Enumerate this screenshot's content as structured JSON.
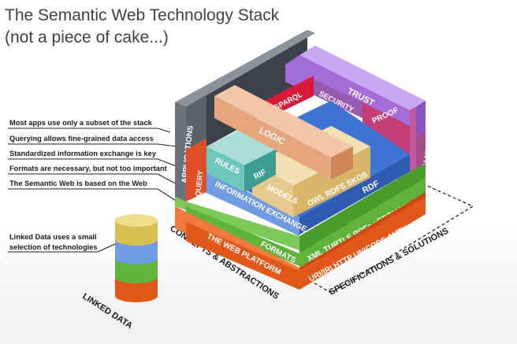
{
  "title_line1": "The Semantic Web Technology Stack",
  "title_line2": "(not a piece of cake...)",
  "annotations": [
    "Most apps use only a subset of the stack",
    "Querying allows fine-grained data access",
    "Standardized information exchange is key",
    "Formats are necessary, but not too important",
    "The Semantic Web is based on the Web",
    "Linked Data uses a small",
    "selection of technologies"
  ],
  "layers": {
    "applications": "APPLICATIONS",
    "trust": "TRUST",
    "security": "SECURITY",
    "sparql": "SPARQL",
    "proof": "PROOF",
    "graph_uris": "GRAPH URIS",
    "logic": "LOGIC",
    "rules": "RULES",
    "rif": "RIF",
    "query": "QUERY",
    "models": "MODELS",
    "owl_rdfs_skos": "OWL  RDFS  SKOS",
    "information_exchange": "INFORMATION EXCHANGE",
    "rdf": "RDF",
    "formats": "FORMATS",
    "formats_list": "XML  TURTLE  RDFa  μFORMATS",
    "web_platform": "THE WEB PLATFORM",
    "web_list": "URI/IRI  HTTP  UNICODE  AUTH"
  },
  "axes": {
    "left": "CONCEPTS & ABSTRACTIONS",
    "right": "SPECIFICATIONS & SOLUTIONS",
    "linked_data": "LINKED DATA"
  },
  "colors": {
    "orange": "#e0591a",
    "green": "#5fb33b",
    "blue_light": "#6f9be0",
    "blue": "#3f73d4",
    "tan": "#e6c98c",
    "teal": "#4fb1a6",
    "salmon": "#e7a57e",
    "red": "#d9193a",
    "purple": "#a46dd8",
    "pink": "#c43f78",
    "gray": "#59616b",
    "gold": "#d8c04f"
  }
}
